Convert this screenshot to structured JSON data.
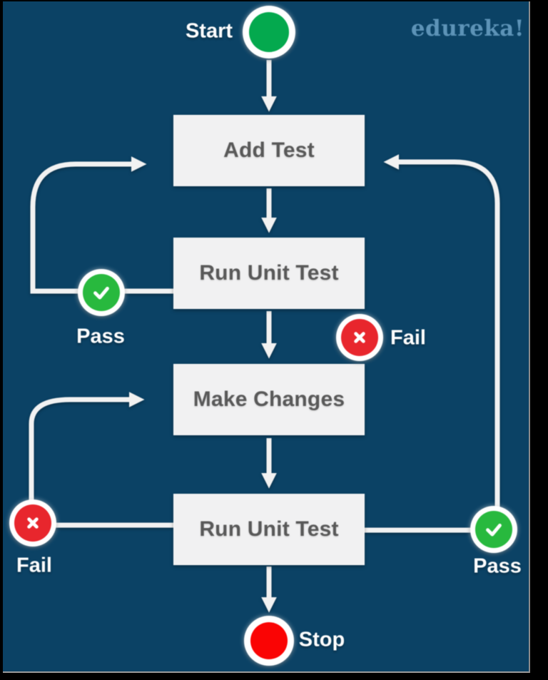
{
  "brand": {
    "logo_text": "edureka!",
    "color": "#5D93B7"
  },
  "flowchart": {
    "start_label": "Start",
    "stop_label": "Stop",
    "nodes": [
      {
        "id": "add-test",
        "label": "Add Test"
      },
      {
        "id": "run-unit-test-1",
        "label": "Run Unit Test"
      },
      {
        "id": "make-changes",
        "label": "Make Changes"
      },
      {
        "id": "run-unit-test-2",
        "label": "Run Unit Test"
      }
    ],
    "badges": [
      {
        "id": "pass-after-first-run",
        "type": "pass",
        "label": "Pass"
      },
      {
        "id": "fail-after-first-run",
        "type": "fail",
        "label": "Fail"
      },
      {
        "id": "fail-after-second-run",
        "type": "fail",
        "label": "Fail"
      },
      {
        "id": "pass-after-second-run",
        "type": "pass",
        "label": "Pass"
      }
    ],
    "colors": {
      "background": "#0B4265",
      "box_fill": "#F1F1F2",
      "box_text": "#595959",
      "start_green": "#04A94E",
      "pass_green": "#28B93E",
      "fail_red": "#E8262D",
      "stop_red": "#FA0404",
      "connector": "#F2F2F2"
    }
  }
}
